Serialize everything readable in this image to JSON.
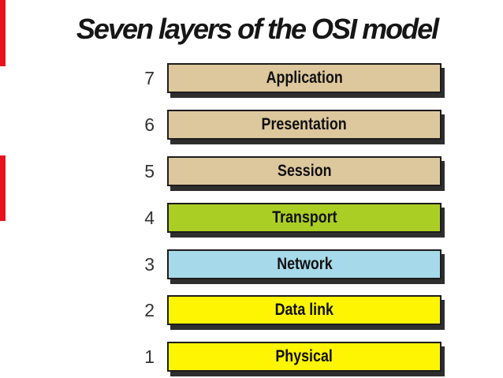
{
  "title": "Seven layers of the OSI model",
  "colors": {
    "background": "#ffffff",
    "accent_red": "#e8131d",
    "box_border": "#1c1c1c",
    "box_shadow": "#2e2e2e",
    "title_text": "#161616",
    "number_text": "#333333",
    "label_text": "#101010",
    "tan": "#ddc79c",
    "green": "#abce25",
    "blue": "#a6d9e9",
    "yellow": "#fdf502"
  },
  "accent_bars": [
    {
      "name": "red-edge-bar-top"
    },
    {
      "name": "red-edge-bar-middle"
    }
  ],
  "layers": [
    {
      "number": "7",
      "label": "Application",
      "color": "#ddc79c"
    },
    {
      "number": "6",
      "label": "Presentation",
      "color": "#ddc79c"
    },
    {
      "number": "5",
      "label": "Session",
      "color": "#ddc79c"
    },
    {
      "number": "4",
      "label": "Transport",
      "color": "#abce25"
    },
    {
      "number": "3",
      "label": "Network",
      "color": "#a6d9e9"
    },
    {
      "number": "2",
      "label": "Data link",
      "color": "#fdf502"
    },
    {
      "number": "1",
      "label": "Physical",
      "color": "#fdf502"
    }
  ]
}
